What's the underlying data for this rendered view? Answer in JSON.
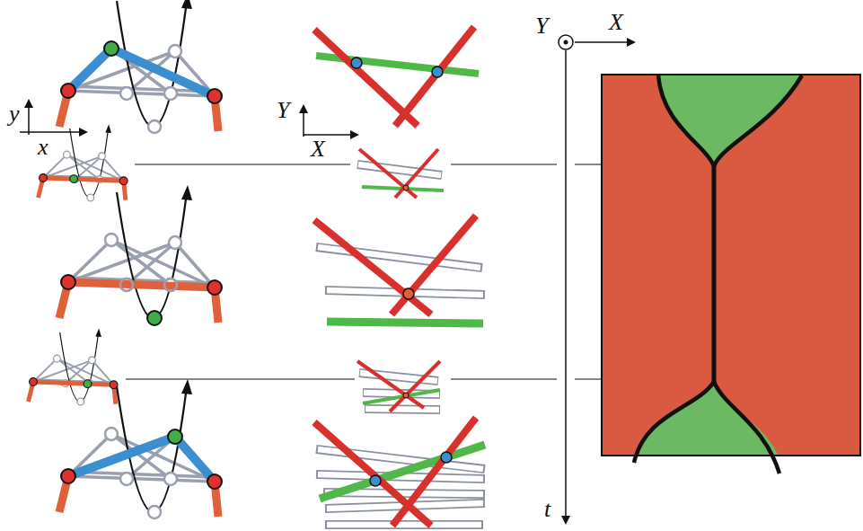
{
  "diagram": {
    "labels": [
      "Y",
      "X",
      "y",
      "x",
      "Y",
      "X",
      "t"
    ]
  }
}
